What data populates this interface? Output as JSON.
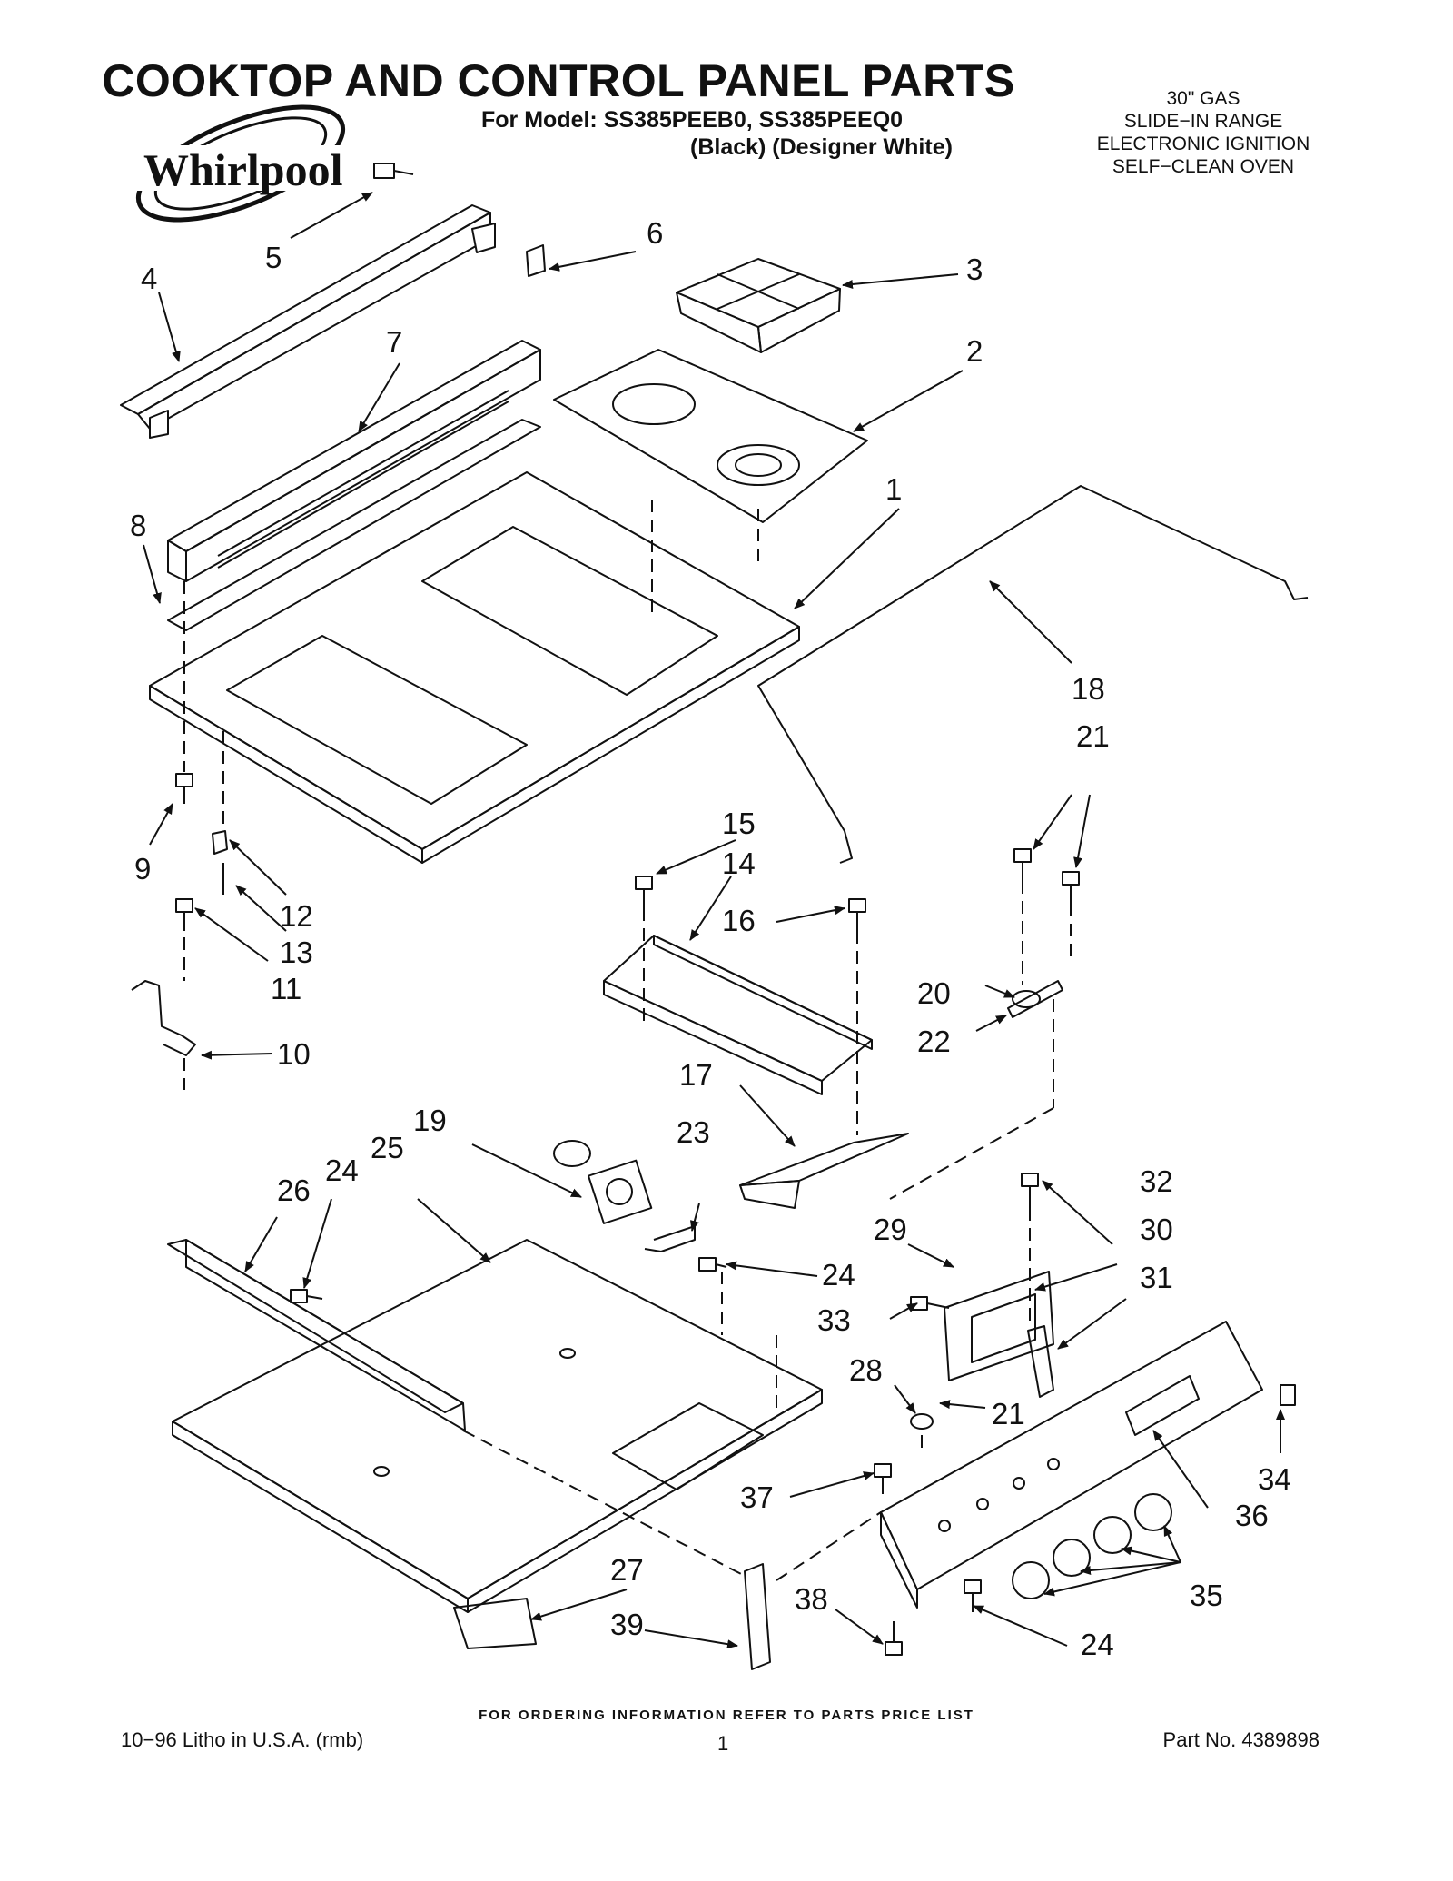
{
  "header": {
    "title": "COOKTOP AND CONTROL PANEL PARTS",
    "model_line": "For Model: SS385PEEB0, SS385PEEQ0",
    "variant_line": "(Black)  (Designer White)",
    "spec_lines": [
      "30\" GAS",
      "SLIDE−IN RANGE",
      "ELECTRONIC IGNITION",
      "SELF−CLEAN OVEN"
    ]
  },
  "brand": {
    "logo_text": "Whirlpool"
  },
  "callouts": {
    "c1": "1",
    "c2": "2",
    "c3": "3",
    "c4": "4",
    "c5": "5",
    "c6": "6",
    "c7": "7",
    "c8": "8",
    "c9": "9",
    "c10": "10",
    "c11": "11",
    "c12": "12",
    "c13": "13",
    "c14": "14",
    "c15": "15",
    "c16": "16",
    "c17": "17",
    "c18": "18",
    "c19": "19",
    "c20": "20",
    "c21a": "21",
    "c21b": "21",
    "c22": "22",
    "c23": "23",
    "c24a": "24",
    "c24b": "24",
    "c24c": "24",
    "c25": "25",
    "c26": "26",
    "c27": "27",
    "c28": "28",
    "c29": "29",
    "c30": "30",
    "c31": "31",
    "c32": "32",
    "c33": "33",
    "c34": "34",
    "c35": "35",
    "c36": "36",
    "c37": "37",
    "c38": "38",
    "c39": "39"
  },
  "footer": {
    "note": "FOR ORDERING INFORMATION REFER TO PARTS PRICE LIST",
    "left": "10−96 Litho in U.S.A. (rmb)",
    "page": "1",
    "part_no": "Part No. 4389898"
  }
}
